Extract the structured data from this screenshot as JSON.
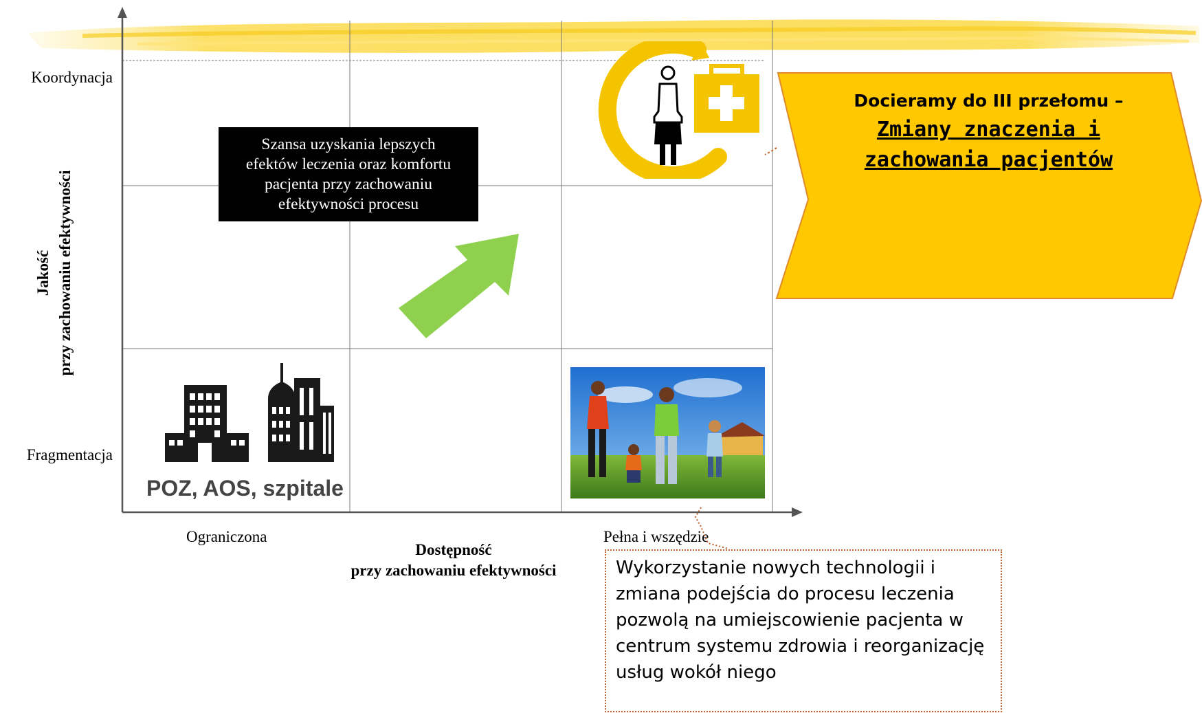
{
  "y_axis": {
    "title_line1": "Jakość",
    "title_line2": "przy zachowaniu efektywności",
    "top_label": "Koordynacja",
    "bottom_label": "Fragmentacja"
  },
  "x_axis": {
    "title_line1": "Dostępność",
    "title_line2": "przy zachowaniu efektywności",
    "left_label": "Ograniczona",
    "right_label": "Pełna i wszędzie"
  },
  "black_box": {
    "line1": "Szansa uzyskania lepszych",
    "line2": "efektów leczenia oraz komfortu",
    "line3": "pacjenta przy zachowaniu",
    "line4": "efektywności procesu"
  },
  "callout": {
    "line1": "Docieramy do III przełomu –",
    "line2": "Zmiany znaczenia i zachowania pacjentów",
    "fill_color": "#ffc800"
  },
  "buildings_caption": "POZ, AOS, szpitale",
  "note": {
    "text": "Wykorzystanie nowych technologii i zmiana podejścia do procesu leczenia pozwolą na umiejscowienie pacjenta w centrum systemu zdrowia i reorganizację usług wokół niego"
  },
  "colors": {
    "arrow_green": "#8fd14f",
    "logo_yellow": "#f5c400",
    "brush_yellow": "#fbd73a"
  },
  "icons": [
    "patient-logo-icon",
    "buildings-icon",
    "family-photo",
    "growth-arrow-icon"
  ]
}
